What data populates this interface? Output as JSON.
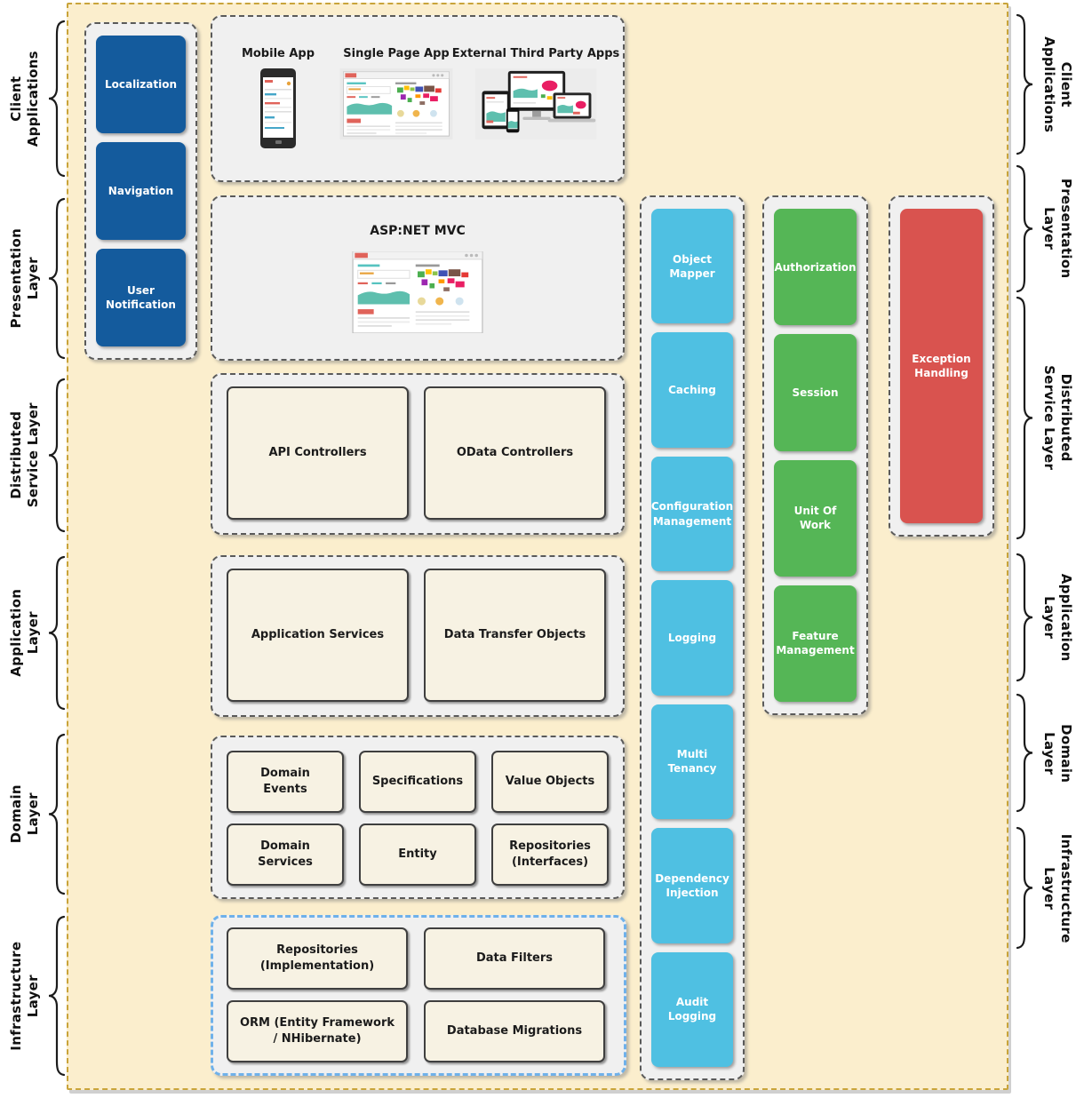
{
  "colors": {
    "board_bg": "#fbeecd",
    "board_border": "#c9a43a",
    "blue": "#145b9d",
    "cyan": "#4fc0e2",
    "green": "#55b656",
    "red": "#d9534f",
    "panel_bg": "#f0f0f0",
    "cream": "#f7f2e3",
    "selection_border": "#6fb1ea"
  },
  "side_labels": {
    "left": [
      {
        "text": "Client\nApplications"
      },
      {
        "text": "Presentation\nLayer"
      },
      {
        "text": "Distributed\nService Layer"
      },
      {
        "text": "Application\nLayer"
      },
      {
        "text": "Domain\nLayer"
      },
      {
        "text": "Infrastructure\nLayer"
      }
    ],
    "right": [
      {
        "text": "Client\nApplications"
      },
      {
        "text": "Presentation\nLayer"
      },
      {
        "text": "Distributed\nService Layer"
      },
      {
        "text": "Application\nLayer"
      },
      {
        "text": "Domain\nLayer"
      },
      {
        "text": "Infrastructure\nLayer"
      }
    ]
  },
  "blue_column": {
    "items": [
      "Localization",
      "Navigation",
      "User Notification"
    ]
  },
  "client_apps_panel": {
    "figures": [
      {
        "label": "Mobile App",
        "image": "mobile-app-image"
      },
      {
        "label": "Single Page App",
        "image": "single-page-app-image"
      },
      {
        "label": "External Third Party Apps",
        "image": "multi-device-image"
      }
    ]
  },
  "presentation_panel": {
    "title": "ASP:NET MVC",
    "image": "aspnet-dashboard-image"
  },
  "distributed_service_panel": {
    "boxes": [
      "API Controllers",
      "OData Controllers"
    ]
  },
  "application_panel": {
    "boxes": [
      "Application Services",
      "Data Transfer Objects"
    ]
  },
  "domain_panel": {
    "boxes": [
      "Domain Events",
      "Specifications",
      "Value Objects",
      "Domain Services",
      "Entity",
      "Repositories (Interfaces)"
    ]
  },
  "infrastructure_panel": {
    "boxes": [
      "Repositories (Implementation)",
      "Data Filters",
      "ORM (Entity Framework / NHibernate)",
      "Database Migrations"
    ]
  },
  "cross_cutting": {
    "cyan_items": [
      "Object Mapper",
      "Caching",
      "Configuration Management",
      "Logging",
      "Multi Tenancy",
      "Dependency Injection",
      "Audit Logging"
    ],
    "green_items": [
      "Authorization",
      "Session",
      "Unit Of Work",
      "Feature Management"
    ],
    "red_items": [
      "Exception Handling"
    ]
  }
}
